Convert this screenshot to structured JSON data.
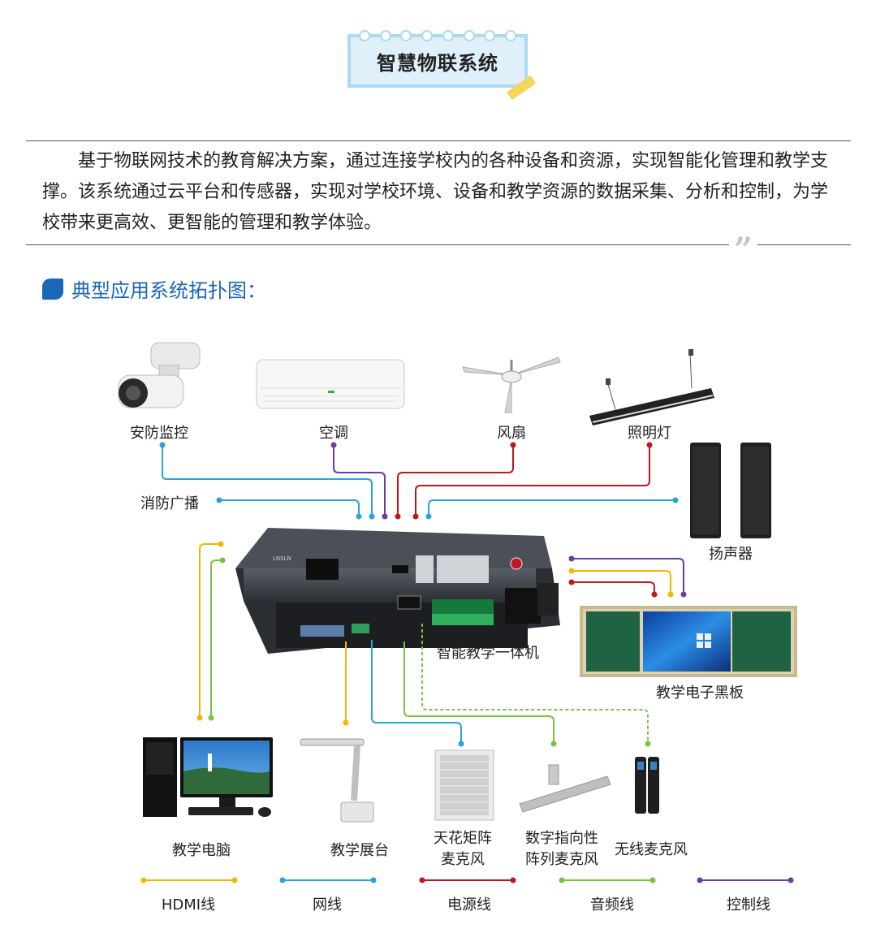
{
  "header": {
    "title": "智慧物联系统"
  },
  "intro": "基于物联网技术的教育解决方案，通过连接学校内的各种设备和资源，实现智能化管理和教学支撑。该系统通过云平台和传感器，实现对学校环境、设备和教学资源的数据采集、分析和控制，为学校带来更高效、更智能的管理和教学体验。",
  "quote_mark": "”",
  "section": {
    "title": "典型应用系统拓扑图："
  },
  "device": {
    "brand": "LNSLN"
  },
  "devices": {
    "camera": "安防监控",
    "ac": "空调",
    "fan": "风扇",
    "light": "照明灯",
    "fire": "消防广播",
    "speaker": "扬声器",
    "hub": "智能教学一体机",
    "board": "教学电子黑板",
    "pc": "教学电脑",
    "visualizer": "教学展台",
    "ceiling_mic_1": "天花矩阵",
    "ceiling_mic_2": "麦克风",
    "array_mic_1": "数字指向性",
    "array_mic_2": "阵列麦克风",
    "wireless_mic": "无线麦克风"
  },
  "legend": [
    {
      "label": "HDMI线",
      "color": "#f2b705"
    },
    {
      "label": "网线",
      "color": "#29a3dc"
    },
    {
      "label": "电源线",
      "color": "#c0161d"
    },
    {
      "label": "音频线",
      "color": "#7cc242"
    },
    {
      "label": "控制线",
      "color": "#6a3ea1"
    }
  ]
}
